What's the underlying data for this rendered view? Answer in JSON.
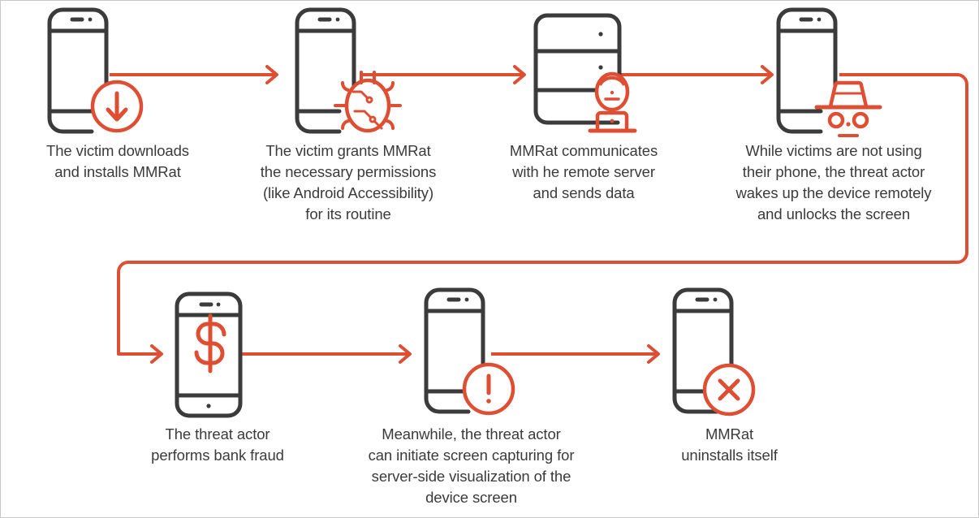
{
  "diagram": {
    "title": "MMRat Android banking trojan infection chain",
    "type": "process-flow",
    "colors": {
      "accent": "#DE4E33",
      "device_outline": "#3b3b3b",
      "text": "#3b3b3b",
      "background": "#ffffff",
      "border": "#c8c8c8"
    },
    "flow_order": [
      1,
      2,
      3,
      4,
      5,
      6,
      7
    ],
    "steps": [
      {
        "index": 1,
        "row": "top",
        "icon": "phone-download-icon",
        "icon_glyph": "download-arrow-in-circle",
        "caption": "The victim downloads\nand installs MMRat"
      },
      {
        "index": 2,
        "row": "top",
        "icon": "phone-bug-icon",
        "icon_glyph": "circuit-bug",
        "caption": "The victim grants MMRat\nthe necessary permissions\n(like Android Accessibility)\nfor its routine"
      },
      {
        "index": 3,
        "row": "top",
        "icon": "server-operator-icon",
        "icon_glyph": "server-rack-with-person-at-laptop",
        "caption": "MMRat communicates\nwith  he remote server\nand sends data"
      },
      {
        "index": 4,
        "row": "top",
        "icon": "phone-hacker-icon",
        "icon_glyph": "hat-and-eyes-face",
        "caption": "While victims are not using\ntheir phone, the threat actor\nwakes up the device remotely\nand unlocks the screen"
      },
      {
        "index": 5,
        "row": "bottom",
        "icon": "phone-dollar-icon",
        "icon_glyph": "dollar-sign-on-screen",
        "caption": "The threat actor\nperforms bank fraud"
      },
      {
        "index": 6,
        "row": "bottom",
        "icon": "phone-alert-icon",
        "icon_glyph": "exclamation-in-circle",
        "caption": "Meanwhile, the threat actor\ncan initiate screen capturing for\nserver-side visualization of the\ndevice screen"
      },
      {
        "index": 7,
        "row": "bottom",
        "icon": "phone-uninstall-icon",
        "icon_glyph": "cross-in-circle",
        "caption": "MMRat\nuninstalls itself"
      }
    ],
    "connectors": [
      {
        "name": "connector-1-to-2",
        "kind": "arrow-right"
      },
      {
        "name": "connector-2-to-3",
        "kind": "arrow-right"
      },
      {
        "name": "connector-3-to-4",
        "kind": "arrow-right"
      },
      {
        "name": "connector-4-to-5",
        "kind": "wrap-around-arrow-right"
      },
      {
        "name": "connector-5-to-6",
        "kind": "arrow-right"
      },
      {
        "name": "connector-6-to-7",
        "kind": "arrow-right"
      }
    ]
  }
}
